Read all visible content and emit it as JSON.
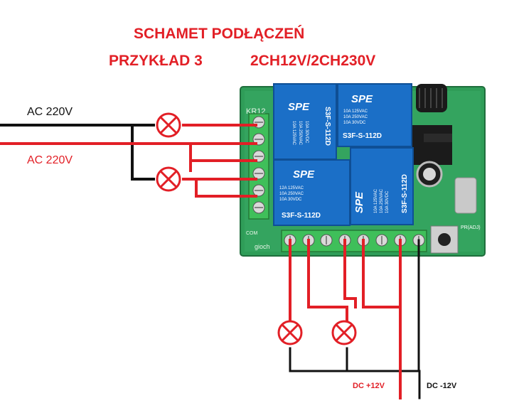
{
  "title": {
    "line1": "SCHAMET PODŁĄCZEŃ",
    "line2_left": "PRZYKŁAD 3",
    "line2_right": "2CH12V/2CH230V"
  },
  "supply_labels": {
    "ac_black": "AC 220V",
    "ac_red": "AC 220V",
    "dc_plus": "DC +12V",
    "dc_minus": "DC -12V"
  },
  "relays": [
    {
      "brand": "SPE",
      "model": "S3F-S-112D",
      "rating1": "10A 125VAC",
      "rating2": "10A 250VAC",
      "rating3": "10A 30VDC"
    },
    {
      "brand": "SPE",
      "model": "S3F-S-112D",
      "rating1": "10A 125VAC",
      "rating2": "10A 250VAC",
      "rating3": "10A 30VDC"
    },
    {
      "brand": "SPE",
      "model": "S3F-S-112D",
      "rating1": "12A 125VAC",
      "rating2": "10A 250VAC",
      "rating3": "10A 30VDC"
    },
    {
      "brand": "SPE",
      "model": "S3F-S-112D",
      "rating1": "10A 125VAC",
      "rating2": "10A 250VAC",
      "rating3": "10A 30VDC"
    }
  ],
  "colors": {
    "title_red": "#e21f26",
    "wire_red": "#e21f26",
    "wire_black": "#111111",
    "board_green": "#2e9a55",
    "terminal_green": "#3fbf5a"
  }
}
